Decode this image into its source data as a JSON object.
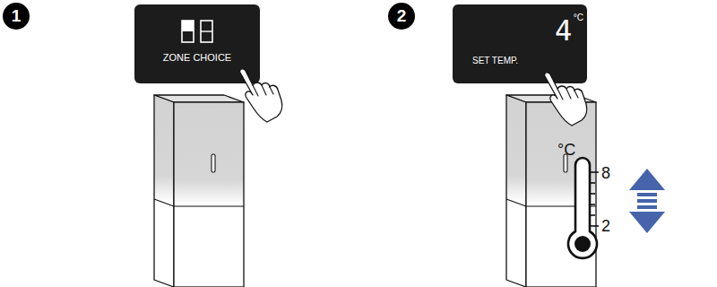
{
  "diagram": {
    "nodes": [
      {
        "text": [
          "1"
        ]
      },
      {
        "text": [
          "ZONE CHOICE"
        ]
      },
      {
        "text": [
          "2"
        ]
      },
      {
        "text": [
          "4",
          "°C",
          "SET TEMP."
        ]
      }
    ],
    "labels": [
      "°C",
      "8",
      "2"
    ]
  }
}
